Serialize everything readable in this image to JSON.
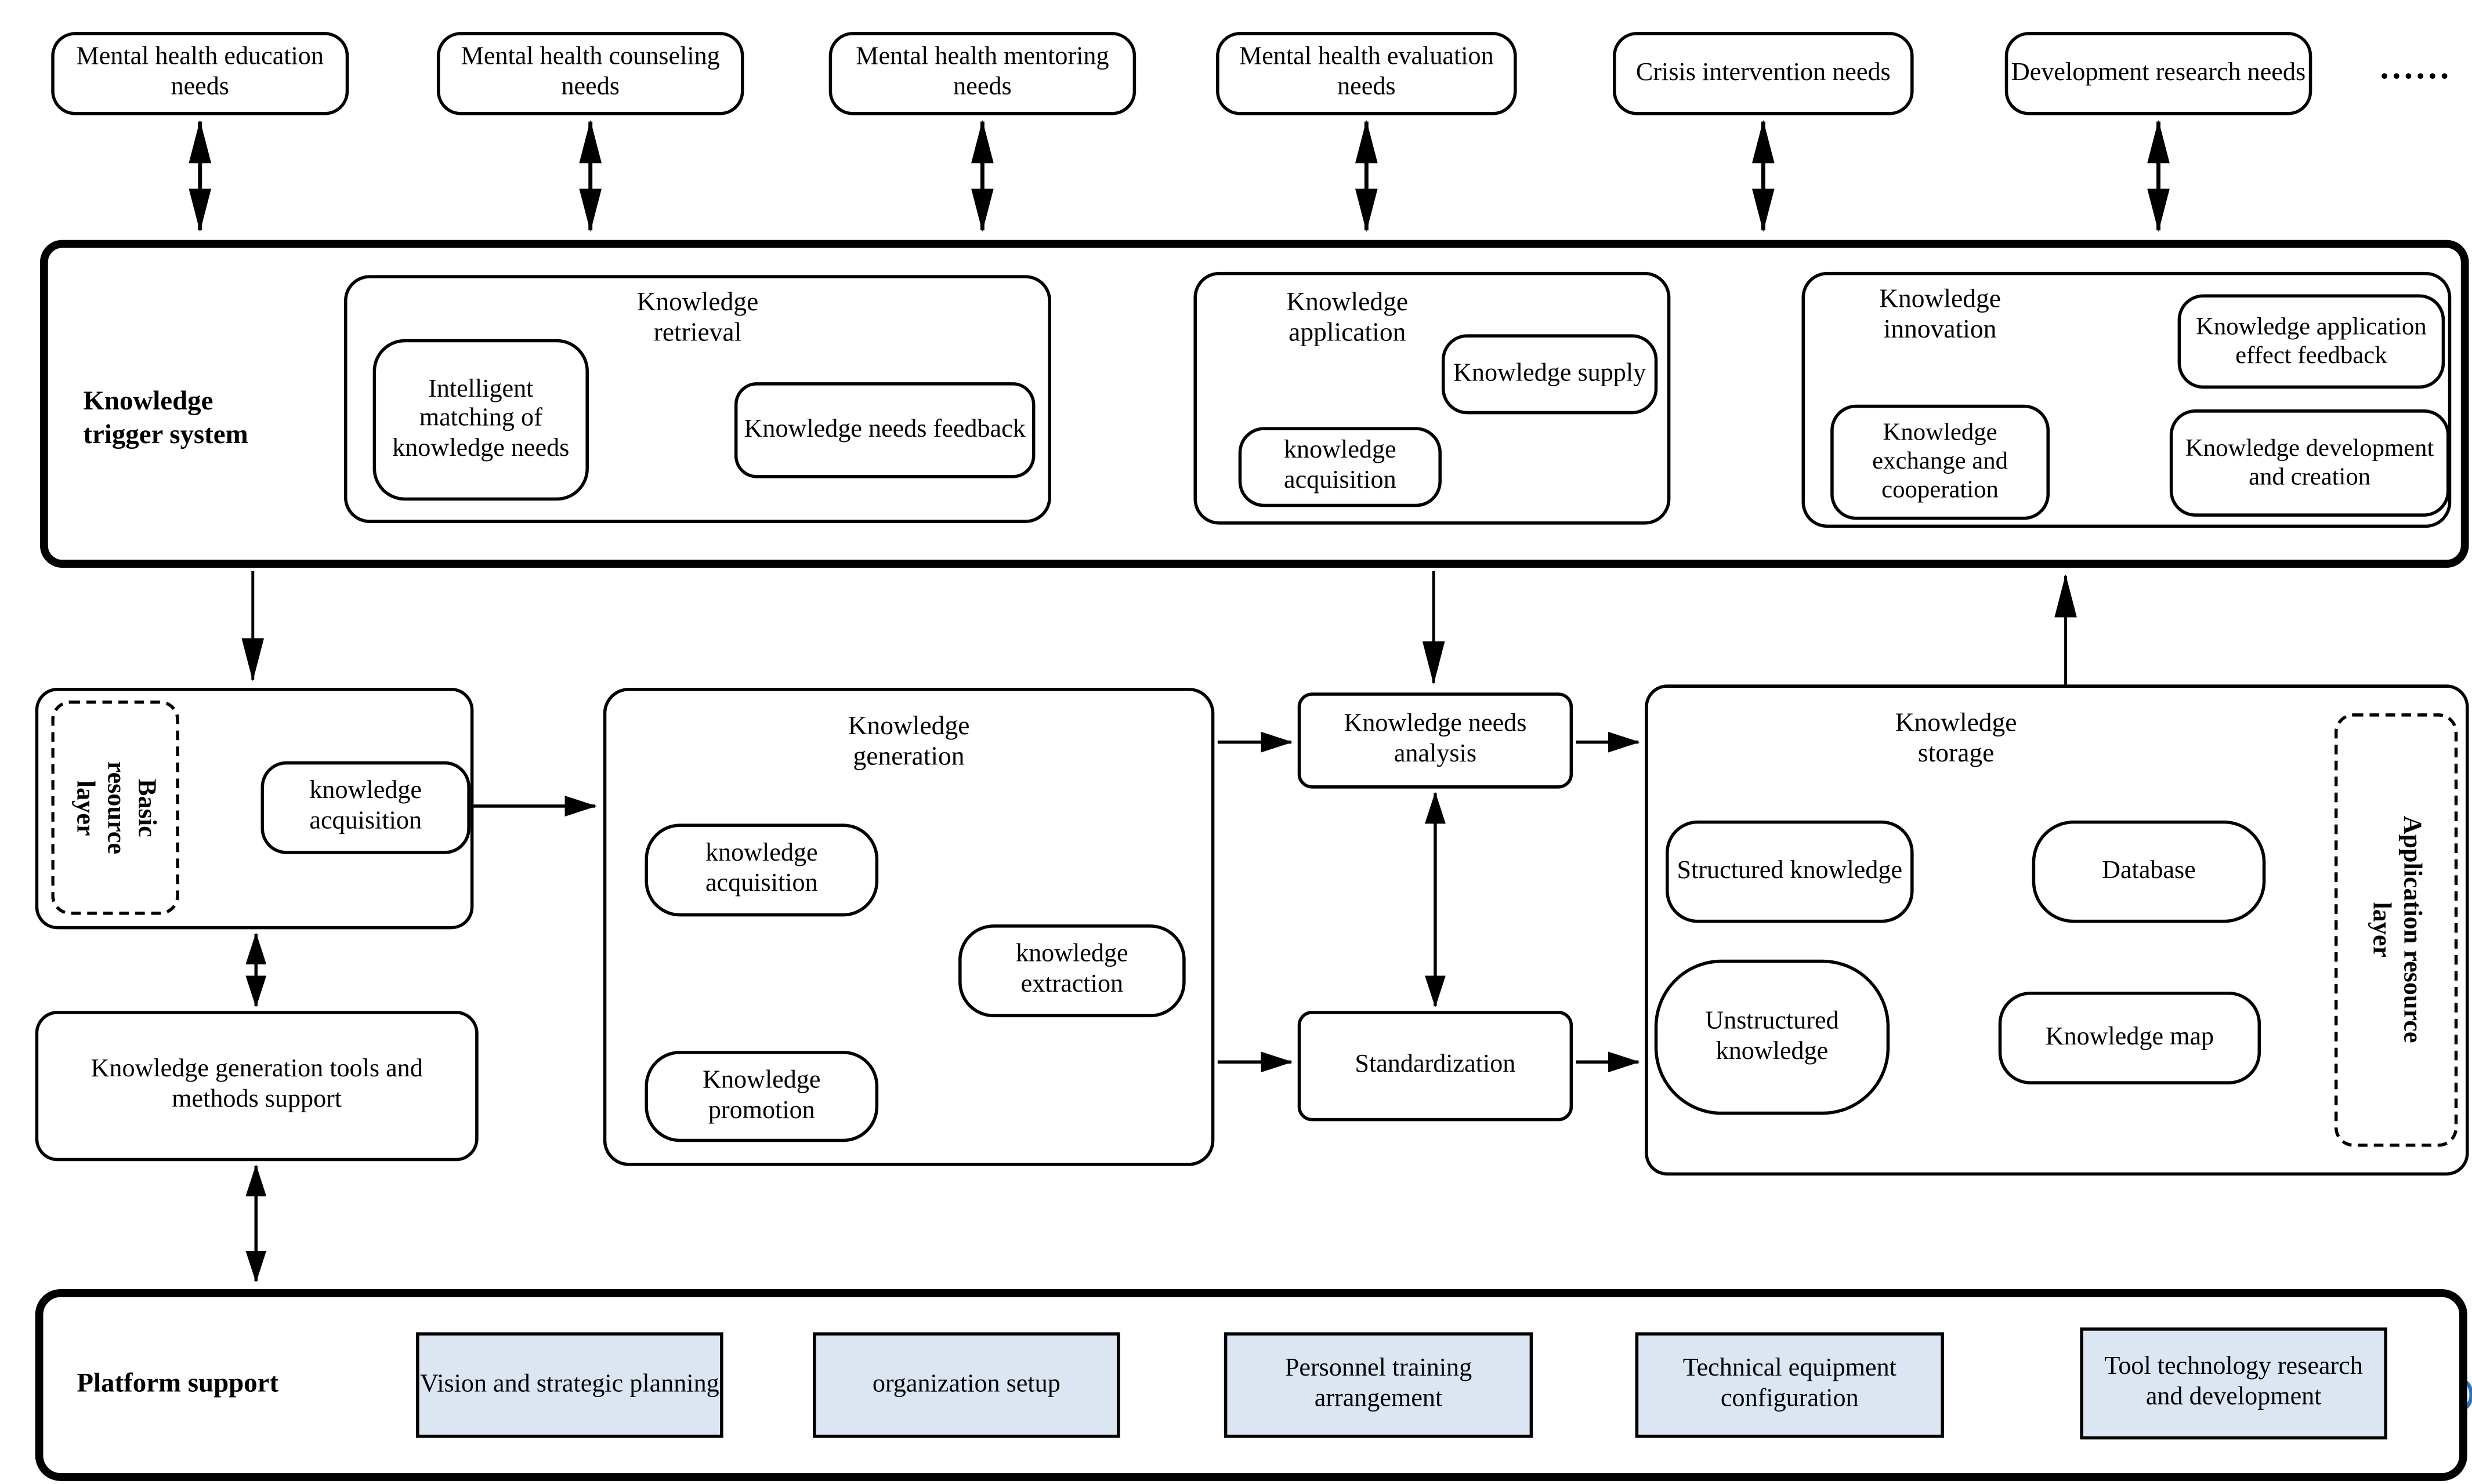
{
  "needs": {
    "items": [
      {
        "label": "Mental health education needs"
      },
      {
        "label": "Mental health counseling needs"
      },
      {
        "label": "Mental health mentoring needs"
      },
      {
        "label": "Mental health evaluation needs"
      },
      {
        "label": "Crisis intervention needs"
      },
      {
        "label": "Development research needs"
      }
    ],
    "ellipsis": "......"
  },
  "trigger": {
    "title": "Knowledge\ntrigger system",
    "retrieval": {
      "title": "Knowledge retrieval",
      "matching": "Intelligent matching of knowledge needs",
      "feedback": "Knowledge needs feedback"
    },
    "application": {
      "title": "Knowledge application",
      "supply": "Knowledge supply",
      "acquisition": "knowledge acquisition"
    },
    "innovation": {
      "title": "Knowledge innovation",
      "effect_feedback": "Knowledge application effect feedback",
      "exchange": "Knowledge exchange and cooperation",
      "development": "Knowledge development and creation"
    }
  },
  "middle": {
    "basic_layer": "Basic\nresource\nlayer",
    "acquisition": "knowledge acquisition",
    "tools": "Knowledge generation tools and methods support",
    "generation": {
      "title": "Knowledge generation",
      "acquisition": "knowledge acquisition",
      "extraction": "knowledge extraction",
      "promotion": "Knowledge promotion"
    },
    "needs_analysis": "Knowledge needs analysis",
    "standardization": "Standardization",
    "storage": {
      "title": "Knowledge storage",
      "structured": "Structured knowledge",
      "database": "Database",
      "unstructured": "Unstructured knowledge",
      "map": "Knowledge map",
      "app_layer": "Application resource\nlayer"
    }
  },
  "platform": {
    "title": "Platform support",
    "steps": [
      {
        "label": "Vision and strategic planning"
      },
      {
        "label": "organization setup"
      },
      {
        "label": "Personnel training arrangement"
      },
      {
        "label": "Technical equipment configuration"
      },
      {
        "label": "Tool technology research and development"
      }
    ]
  },
  "colors": {
    "accent_blue": "#2E75B6",
    "step_fill": "#DCE6F2",
    "line": "#000000",
    "background": "#FFFFFF"
  }
}
